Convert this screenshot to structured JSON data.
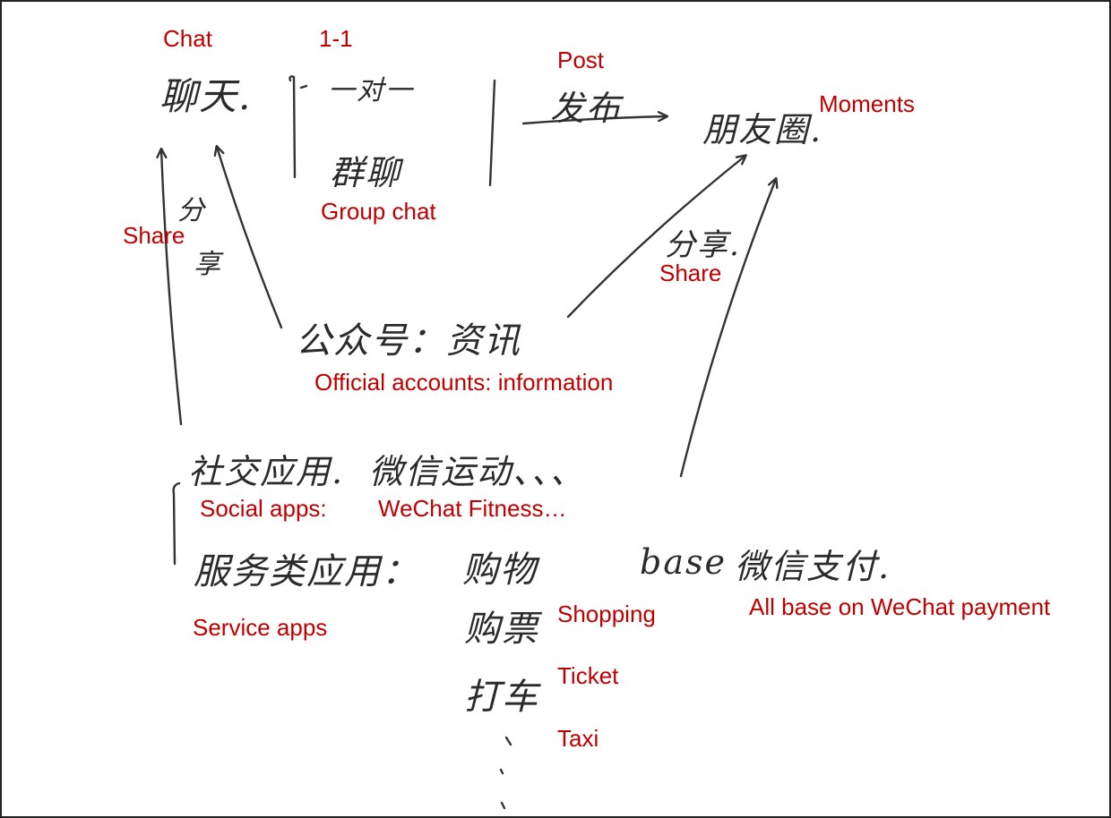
{
  "labels": {
    "chat": "Chat",
    "one_to_one": "1-1",
    "post": "Post",
    "moments": "Moments",
    "group_chat": "Group chat",
    "share_left": "Share",
    "share_right": "Share",
    "official_accounts": "Official accounts: information",
    "social_apps": "Social apps:",
    "wechat_fitness": "WeChat Fitness…",
    "service_apps": "Service apps",
    "shopping": "Shopping",
    "ticket": "Ticket",
    "taxi": "Taxi",
    "payment": "All base on WeChat payment"
  },
  "handwriting": {
    "chat": "聊天.",
    "one_to_one": "一对一",
    "post": "发布",
    "moments": "朋友圈.",
    "group_chat": "群聊",
    "share_left_top": "分",
    "share_left_bottom": "享",
    "share_right": "分享.",
    "official_accounts": "公众号：资讯",
    "social_apps": "社交应用.",
    "wechat_fitness": "微信运动、、、",
    "service_apps": "服务类应用：",
    "shopping": "购物",
    "base": "base",
    "wechat_payment": "微信支付.",
    "ticket": "购票",
    "taxi": "打车"
  },
  "colors": {
    "label": "#c00000",
    "ink": "#2b2b2b",
    "border": "#222222"
  }
}
